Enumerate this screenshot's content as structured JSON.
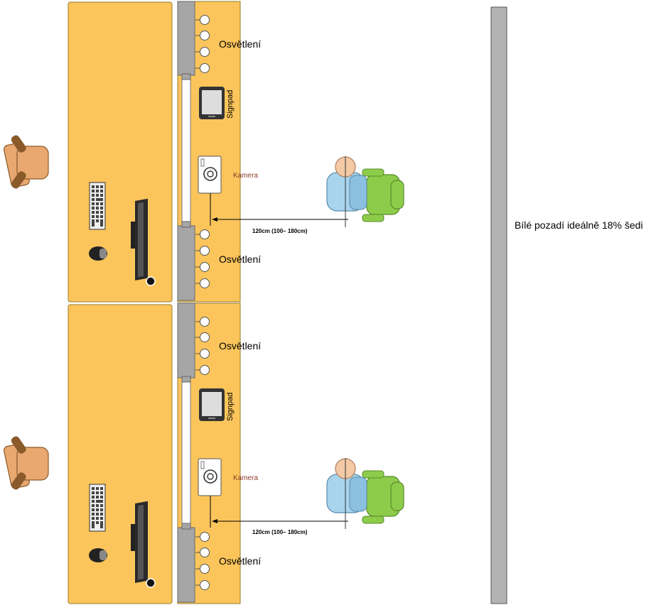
{
  "colors": {
    "desk": "#fbc55c",
    "desk_border": "#9a7a2a",
    "rail": "#a6a6a6",
    "backdrop": "#b3b3b3",
    "chair_brown": "#e8a870",
    "chair_dark": "#8a5a2a",
    "chair_green": "#8ccc4a",
    "person_shirt": "#a8d4ee",
    "person_skin": "#f3c9a6",
    "camera_label": "#8b3a2a"
  },
  "labels": {
    "lighting": "Osvětlení",
    "signpad": "Signpad",
    "camera": "Kamera",
    "distance": "120cm (100– 180cm)",
    "backdrop": "Bílé pozadí ideálně 18% šedi"
  },
  "stations": [
    {
      "name": "station-1",
      "lighting_labels": [
        "Osvětlení",
        "Osvětlení"
      ],
      "signpad_label": "Signpad",
      "camera_label": "Kamera",
      "distance_label": "120cm (100– 180cm)"
    },
    {
      "name": "station-2",
      "lighting_labels": [
        "Osvětlení",
        "Osvětlení"
      ],
      "signpad_label": "Signpad",
      "camera_label": "Kamera",
      "distance_label": "120cm (100– 180cm)"
    }
  ],
  "icons": [
    "office-chair-icon",
    "keyboard-icon",
    "mouse-icon",
    "monitor-icon",
    "tablet-icon",
    "camera-icon",
    "person-icon",
    "green-chair-icon",
    "light-bulb-icon"
  ]
}
